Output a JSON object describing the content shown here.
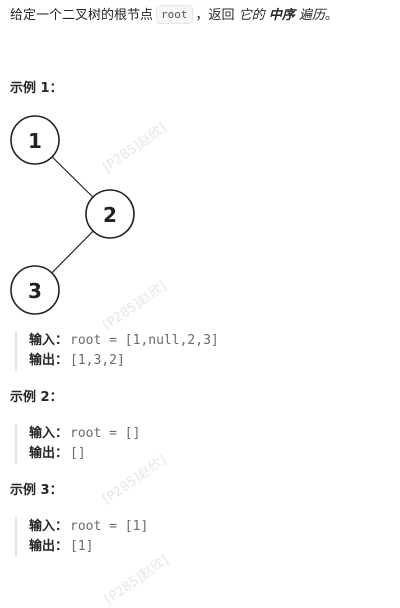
{
  "description": {
    "part1": "给定一个二叉树的根节点",
    "code": "root",
    "part2": "，返回",
    "part3": "它的",
    "part4": "中序",
    "part5": "遍历",
    "part6": "。"
  },
  "examples": [
    {
      "heading": "示例 1：",
      "tree_nodes": [
        "1",
        "2",
        "3"
      ],
      "input_label": "输入：",
      "input_value": "root = [1,null,2,3]",
      "output_label": "输出：",
      "output_value": "[1,3,2]"
    },
    {
      "heading": "示例 2：",
      "input_label": "输入：",
      "input_value": "root = []",
      "output_label": "输出：",
      "output_value": "[]"
    },
    {
      "heading": "示例 3：",
      "input_label": "输入：",
      "input_value": "root = [1]",
      "output_label": "输出：",
      "output_value": "[1]"
    }
  ],
  "watermark": "[P285]赵欣]",
  "colors": {
    "text": "#262626",
    "code_text": "#6b6b6b",
    "block_border": "#e5e5e5"
  }
}
